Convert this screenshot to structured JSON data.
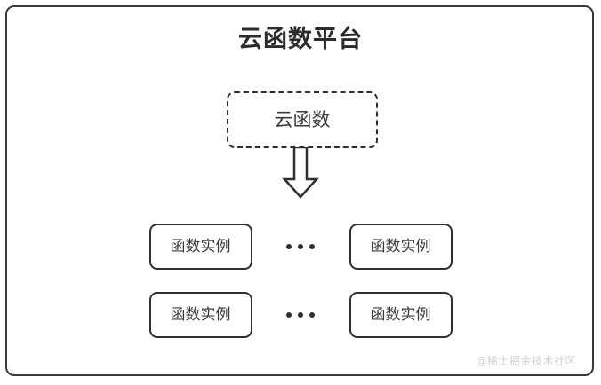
{
  "diagram": {
    "title": "云函数平台",
    "cloud_function": {
      "label": "云函数"
    },
    "arrow": {
      "name": "down-block-arrow"
    },
    "rows": [
      {
        "left_instance": "函数实例",
        "ellipsis": "•••",
        "right_instance": "函数实例"
      },
      {
        "left_instance": "函数实例",
        "ellipsis": "•••",
        "right_instance": "函数实例"
      }
    ],
    "watermark": "@稀土掘金技术社区",
    "colors": {
      "stroke": "#2f2f31",
      "frame_stroke": "#3a3a3c",
      "text": "#3c3c3e",
      "title_text": "#2b2b2d",
      "background": "#ffffff",
      "watermark_text": "#cfd0d2"
    }
  }
}
